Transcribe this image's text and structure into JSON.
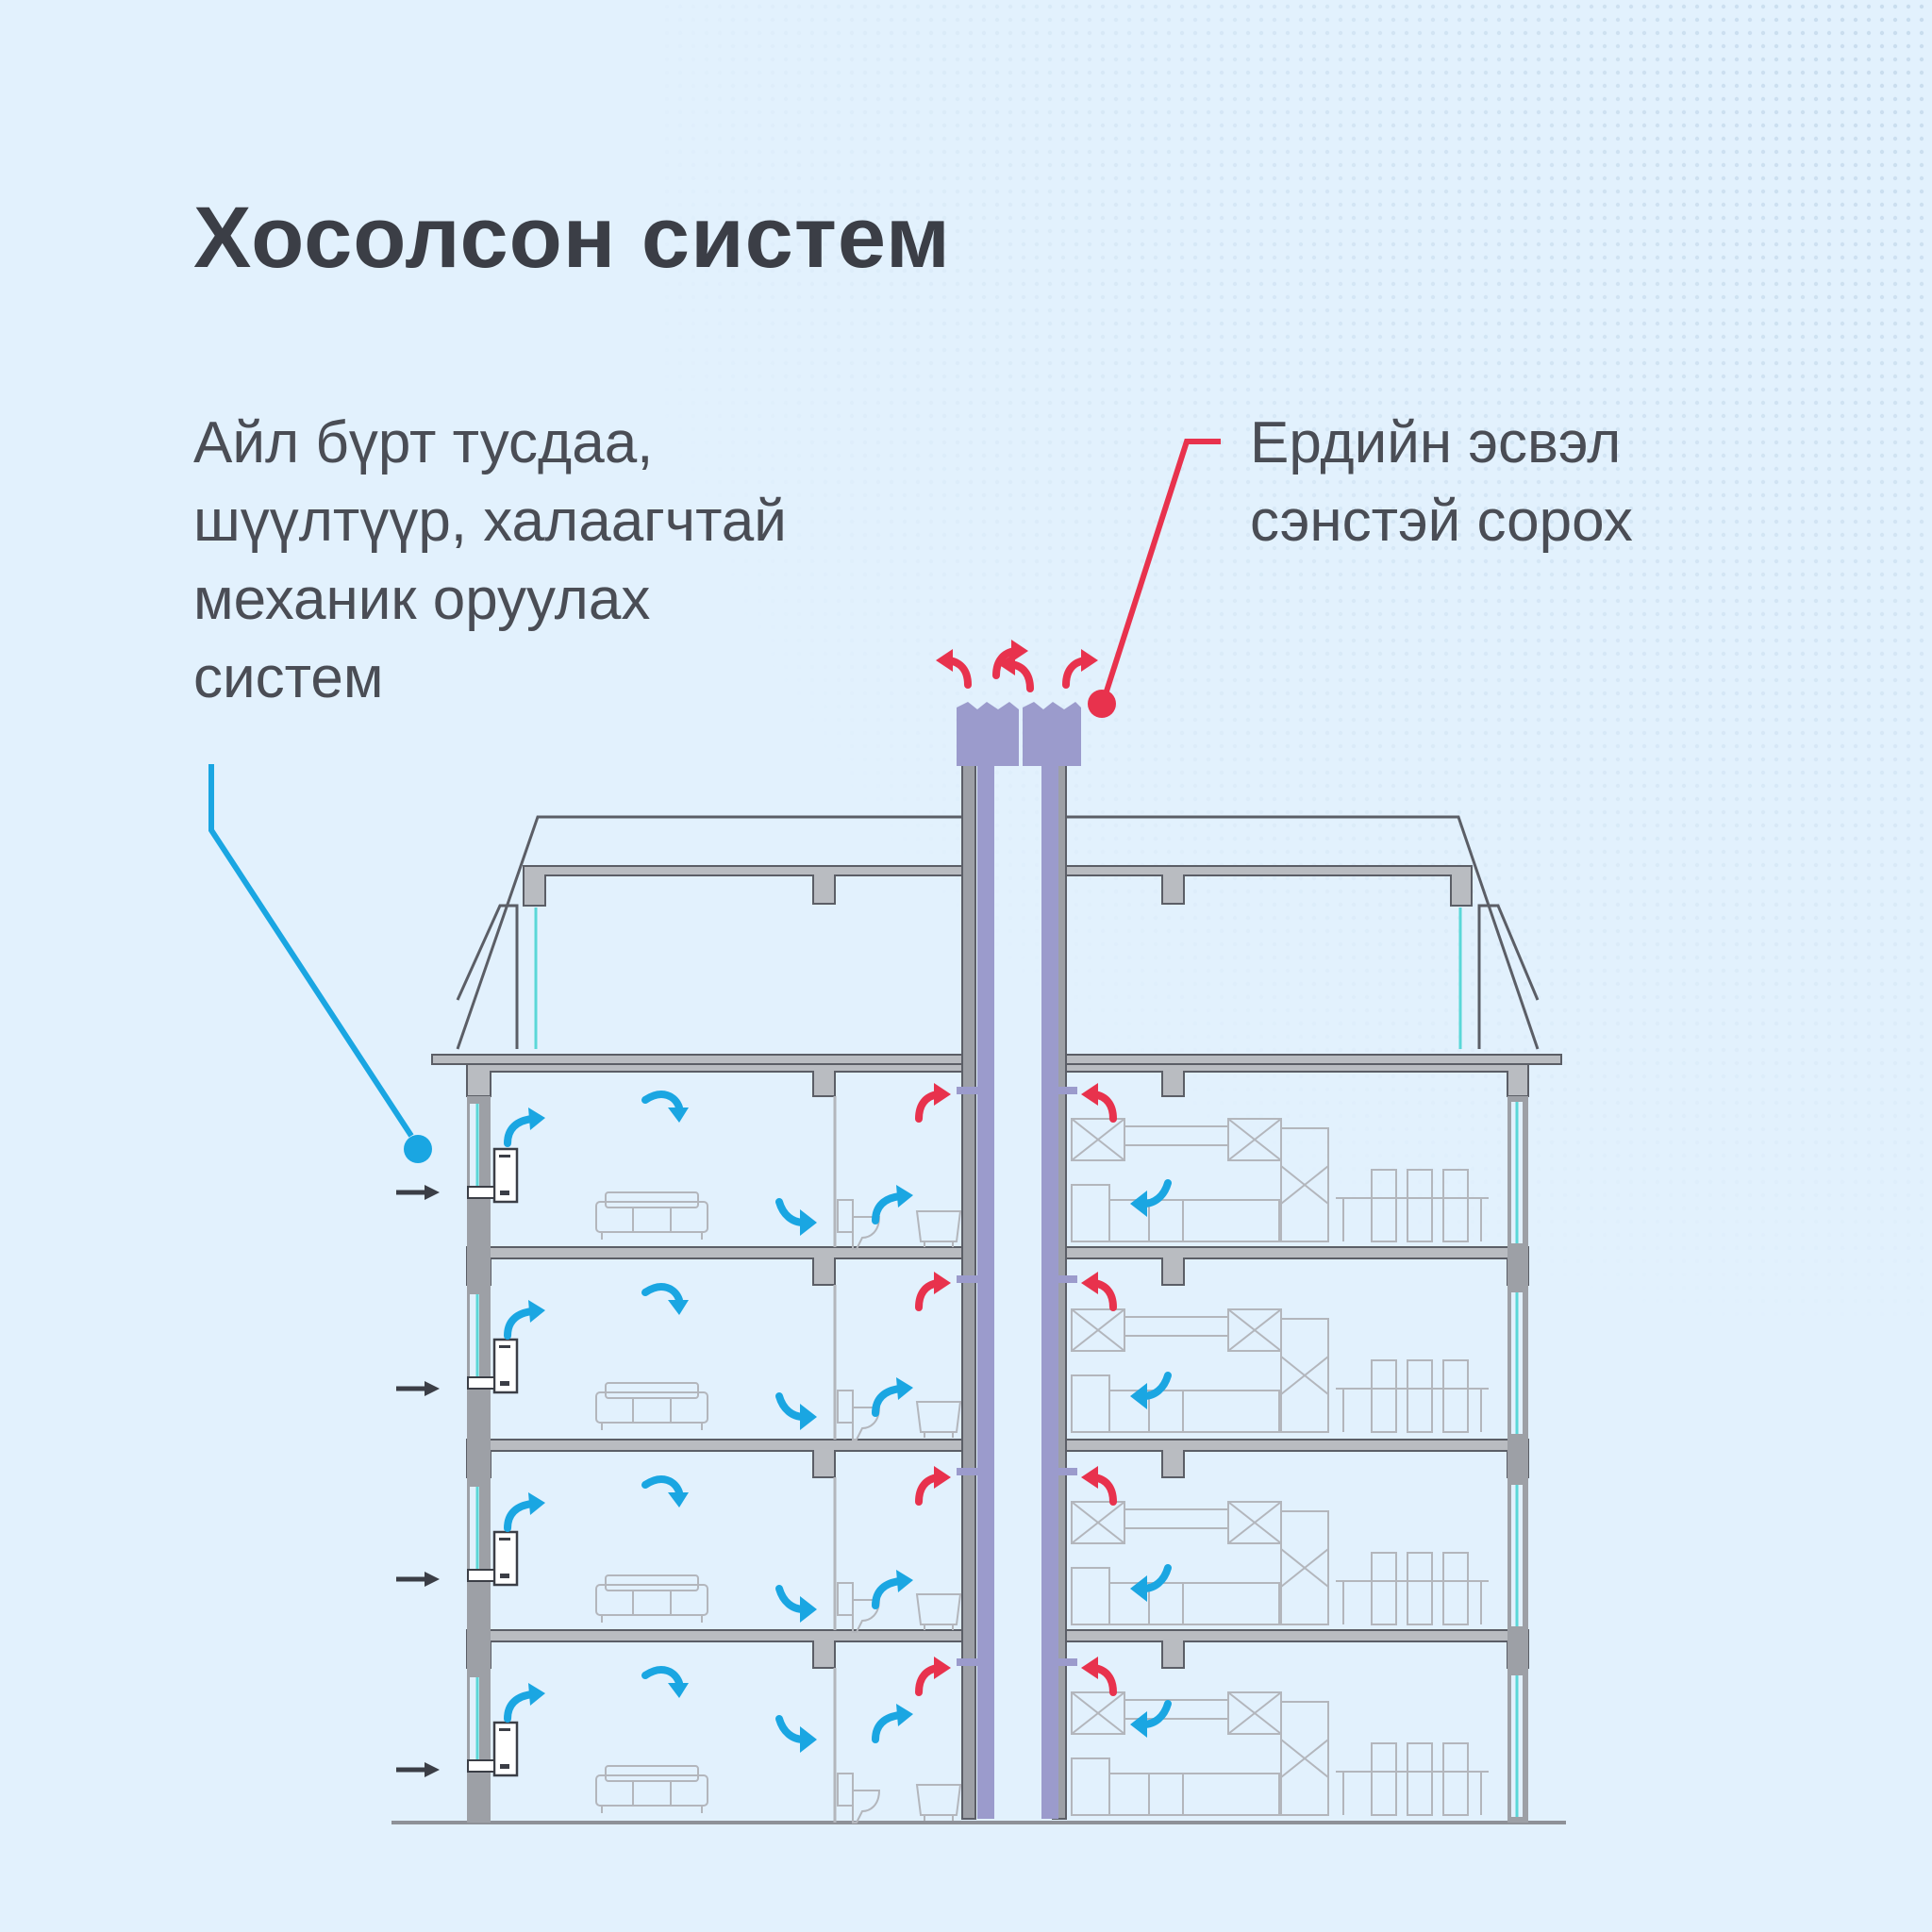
{
  "title": "Хосолсон систем",
  "supply_label": {
    "lines": [
      "Айл бүрт тусдаа,",
      "шүүлтүүр, халаагчтай",
      "механик оруулах",
      "систем"
    ]
  },
  "exhaust_label": {
    "lines": [
      "Ердийн эсвэл",
      "сэнстэй сорох"
    ]
  },
  "colors": {
    "background": "#e2f1fd",
    "title_text": "#3b3e46",
    "supply_air": "#1aa6e2",
    "exhaust_air": "#e8324d",
    "duct": "#9b9bcc",
    "structure": "#9da0a6",
    "inflow_arrow": "#3b3e46"
  }
}
